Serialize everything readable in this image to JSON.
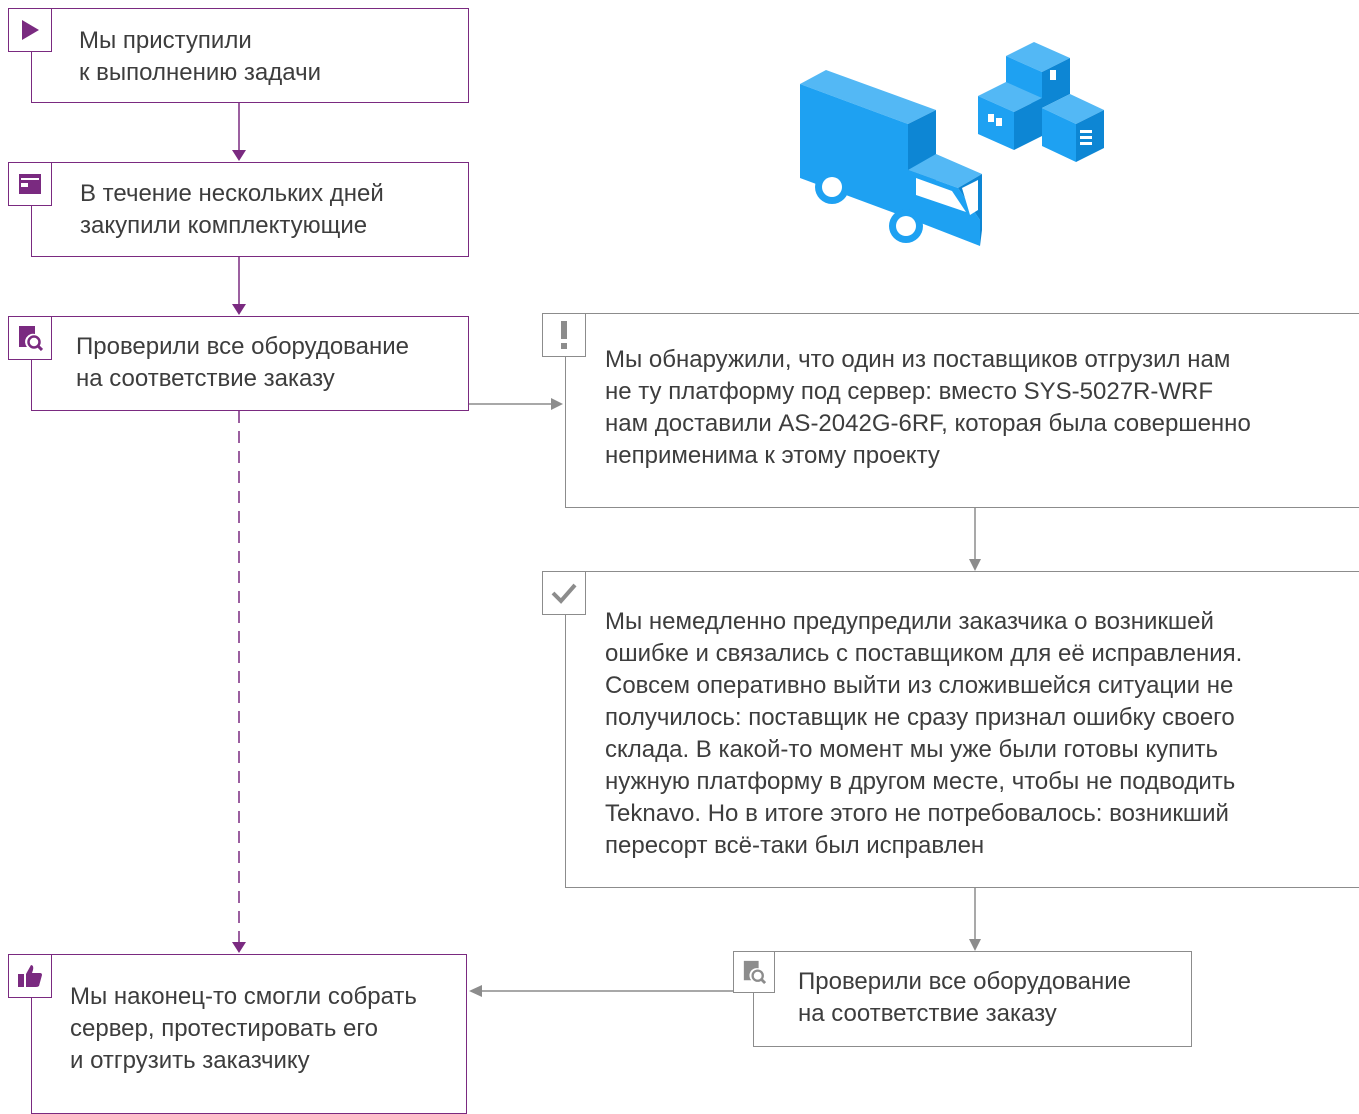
{
  "colors": {
    "purple": "#7a2a80",
    "grey": "#8c8c8c",
    "illustration_blue": "#1ea1f2",
    "text": "#3d3d3d"
  },
  "steps": {
    "start": {
      "icon": "play-icon",
      "text": "Мы приступили\nк выполнению задачи"
    },
    "purchase": {
      "icon": "wallet-icon",
      "text": "В течение нескольких дней\nзакупили  комплектующие"
    },
    "check1": {
      "icon": "document-search-icon",
      "text": "Проверили все оборудование\nна соответствие заказу"
    },
    "problem": {
      "icon": "exclamation-icon",
      "text": "Мы обнаружили, что один из поставщиков отгрузил нам\nне ту платформу под сервер: вместо SYS-5027R-WRF\nнам доставили AS-2042G-6RF, которая была совершенно\nнеприменима к этому проекту"
    },
    "resolution": {
      "icon": "checkmark-icon",
      "text": "Мы немедленно предупредили заказчика о возникшей\nошибке и связались с поставщиком для её исправления.\nСовсем оперативно выйти из сложившейся ситуации не\nполучилось: поставщик не сразу признал ошибку своего\nсклада. В какой-то момент мы уже были готовы купить\nнужную платформу в другом месте, чтобы не подводить\nTeknavo. Но в итоге этого не потребовалось: возникший\nпересорт всё-таки был исправлен"
    },
    "check2": {
      "icon": "document-search-icon",
      "text": "Проверили все оборудование\nна соответствие заказу"
    },
    "final": {
      "icon": "thumbs-up-icon",
      "text": "Мы наконец-то смогли собрать\nсервер, протестировать его\nи отгрузить заказчику"
    }
  },
  "illustration": {
    "icons": [
      "delivery-truck-icon",
      "boxes-icon"
    ]
  }
}
